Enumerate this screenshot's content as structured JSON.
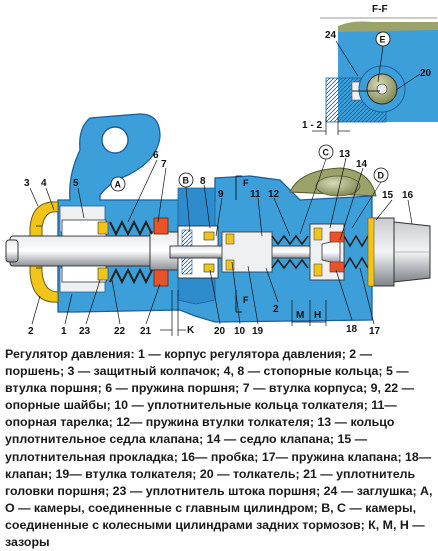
{
  "figure": {
    "section_title": "F-F",
    "callouts": {
      "n1": "1",
      "n2a": "2",
      "n2b": "2",
      "n3": "3",
      "n4": "4",
      "n5": "5",
      "n6": "6",
      "n7": "7",
      "n8": "8",
      "n9": "9",
      "n10": "10",
      "n11": "11",
      "n12": "12",
      "n13": "13",
      "n14": "14",
      "n15": "15",
      "n16": "16",
      "n17": "17",
      "n18": "18",
      "n19": "19",
      "n20a": "20",
      "n20b": "20",
      "n21": "21",
      "n22": "22",
      "n23": "23",
      "n24": "24"
    },
    "chambers": {
      "A": "A",
      "B": "B",
      "C": "C",
      "D": "D",
      "E": "E"
    },
    "section_marks": {
      "f1": "F",
      "f2": "F"
    },
    "gaps": {
      "K": "K",
      "M": "M",
      "H": "H",
      "range": "1 - 2"
    }
  },
  "caption": "Регулятор давления: 1 — корпус регулятора давления; 2 — поршень; 3 — защитный колпачок; 4, 8 — стопорные кольца; 5 — втулка поршня; 6 — пружина поршня; 7 — втулка корпуса; 9, 22 — опорные шайбы; 10 — уплотнительные кольца толкателя; 11—опорная тарелка; 12— пружина втулки толкателя; 13 — кольцо уплотнительное седла клапана; 14 — седло клапана; 15 — уплотнительная прокладка; 16— пробка; 17— пружина клапана; 18—клапан; 19— втулка толкателя; 20 — толкатель; 21 — уплотнитель головки поршня; 23 — уплотнитель штока поршня; 24 — заглушка; А, О — камеры, соединенные с главным цилиндром; В, С — камеры, соединенные с колесными цилиндрами задних тормозов; К, М, Н — зазоры",
  "colors": {
    "body_blue": "#3d9fd9",
    "dark_blue": "#1a5f9e",
    "gray": "#b9bcc0",
    "yellow": "#f0c419",
    "orange": "#e8542a",
    "green": "#9ba36a"
  }
}
